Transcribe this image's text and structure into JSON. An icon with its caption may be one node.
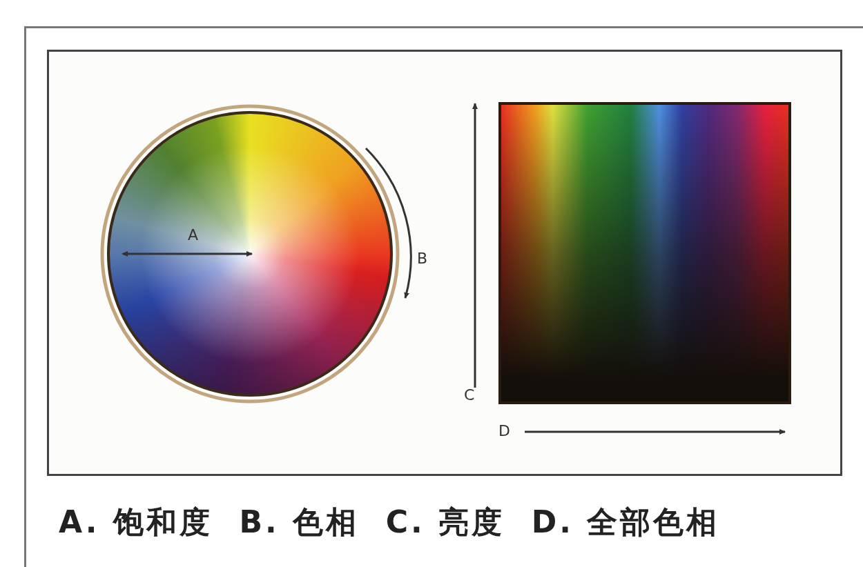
{
  "diagram": {
    "caption": "A. 饱和度  B. 色相  C. 亮度  D. 全部色相",
    "labels": [
      "A",
      "B",
      "C",
      "D"
    ]
  }
}
